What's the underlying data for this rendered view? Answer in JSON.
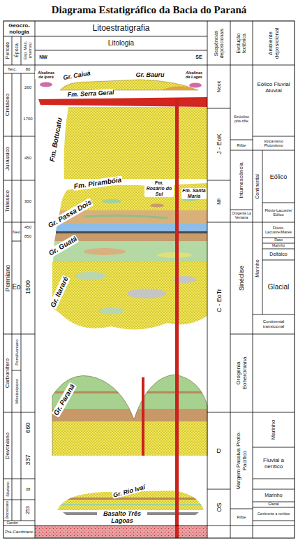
{
  "diagram": {
    "title": "Diagrama Estatigráfico da Bacia do Paraná",
    "labels": [
      "Geocro- nologia",
      "Período",
      "Época",
      "Esp. Máx. (metros)",
      "Litoestratigrafia",
      "Litologia",
      "NW",
      "SE",
      "Sequências deposicionais",
      "Evolução tectônica",
      "Ambiente deposicional",
      "Terc.",
      "Cretáceo",
      "Jurássico",
      "Triássico",
      "Permiano",
      "Carbonífero",
      "Devoniano",
      "Siluriano",
      "Ordoviciano",
      "Cambri",
      "Pré-Cambriano",
      "Neo",
      "Eo",
      "Pensilvaniano",
      "Mississipiano",
      "80",
      "260",
      "1700",
      "450",
      "300",
      "450",
      "850",
      "1500",
      "660",
      "337",
      "38",
      "253",
      "Alcalinas de Iporá",
      "Gr. Caiuá",
      "Gr. Bauru",
      "Alcalinas de Lages",
      "Fm. Serra Geral",
      "Fm. Botucatu",
      "Fm. Pirambóia",
      "Fm. Rosário do Sul",
      "Fm. Santa Maria",
      "Gr. Passa Dois",
      "Gr. Guatá",
      "Gr. Itararé",
      "Gr. Paraná",
      "Gr. Rio Ivaí",
      "Basalto Três Lagoas",
      "Neok",
      "J - EoK",
      "Nfr",
      "C - EoTr",
      "D",
      "OS",
      "Sinéclise pós-rifte",
      "Riftte",
      "Intumescência",
      "Orogenia La Ventana",
      "Sinéclise",
      "Orogenia Eoherciniana",
      "Margem Passiva Proto-Pacífico",
      "Riftte",
      "Continental",
      "Marinho",
      "Eólico Fluvial Aluvial",
      "Vulcanismo Plutonismo",
      "Eólico",
      "Flúvio-Lacustre/ Eólico",
      "Flúvio-Lacustre/Marés",
      "Raso",
      "Marinho",
      "Deltáico",
      "Glacial",
      "Continental transicional",
      "Marinho",
      "Fluvial a nerítico",
      "Marinho",
      "Glacial",
      "Continente a nerítico"
    ]
  }
}
